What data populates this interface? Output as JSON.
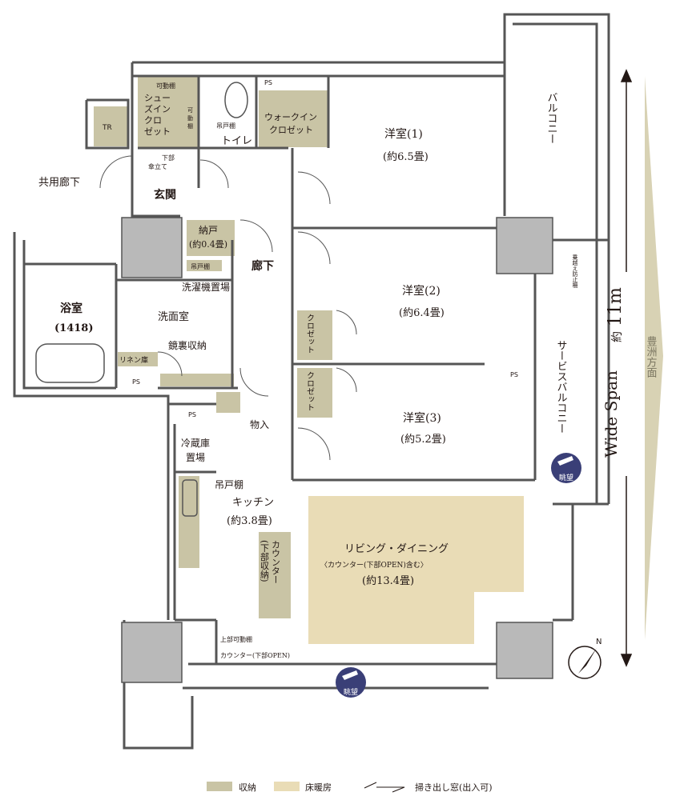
{
  "colors": {
    "storage": "#c9c4a5",
    "floor_heating": "#e9dcb6",
    "wall": "#8a8a8a",
    "pillar": "#b9b9b9",
    "arrow": "#d8d2b4"
  },
  "rooms": {
    "western1": {
      "name": "洋室(1)",
      "size": "(約6.5畳)"
    },
    "western2": {
      "name": "洋室(2)",
      "size": "(約6.4畳)"
    },
    "western3": {
      "name": "洋室(3)",
      "size": "(約5.2畳)"
    },
    "living": {
      "name": "リビング・ダイニング",
      "note": "〈カウンター(下部OPEN)含む〉",
      "size": "(約13.4畳)"
    },
    "kitchen": {
      "name": "キッチン",
      "size": "(約3.8畳)"
    },
    "bath": {
      "name": "浴室",
      "size": "(1418)"
    },
    "washroom": "洗面室",
    "entrance": "玄関",
    "hallway": "廊下",
    "toilet": "トイレ",
    "common_corridor": "共用廊下",
    "balcony": "バルコニー",
    "service_balcony": "サービスバルコニー",
    "nando": {
      "name": "納戸",
      "size": "(約0.4畳)"
    }
  },
  "labels": {
    "tr": "TR",
    "ps": "PS",
    "kado_tana": "可動棚",
    "kado": "可",
    "kado2": "動",
    "kado3": "棚",
    "shoes_a": "シュー",
    "shoes_b": "ズイン",
    "shoes_c": "クロ",
    "shoes_d": "ゼット",
    "kasa_a": "下部",
    "kasa_b": "傘立て",
    "tsuri_to": "吊戸棚",
    "walk_in_a": "ウォークイン",
    "walk_in_b": "クロゼット",
    "closet": "クロゼット",
    "washer": "洗濯機置場",
    "mirror_storage": "鏡裏収納",
    "linen": "リネン庫",
    "monoire": "物入",
    "fridge_a": "冷蔵庫",
    "fridge_b": "置場",
    "counter_a": "カウンター",
    "counter_b": "(下部収納)",
    "upper_shelf": "上部可動棚",
    "counter_open": "カウンター(下部OPEN)",
    "fall_guard": "乗越え防止柵",
    "view": "眺望",
    "compass": "N"
  },
  "dimension": {
    "label": "Wide Span",
    "approx": "約",
    "value": "11m"
  },
  "direction": "豊洲方面",
  "legend": {
    "storage": "収納",
    "floor_heating": "床暖房",
    "sliding_window": "掃き出し窓(出入可)"
  }
}
